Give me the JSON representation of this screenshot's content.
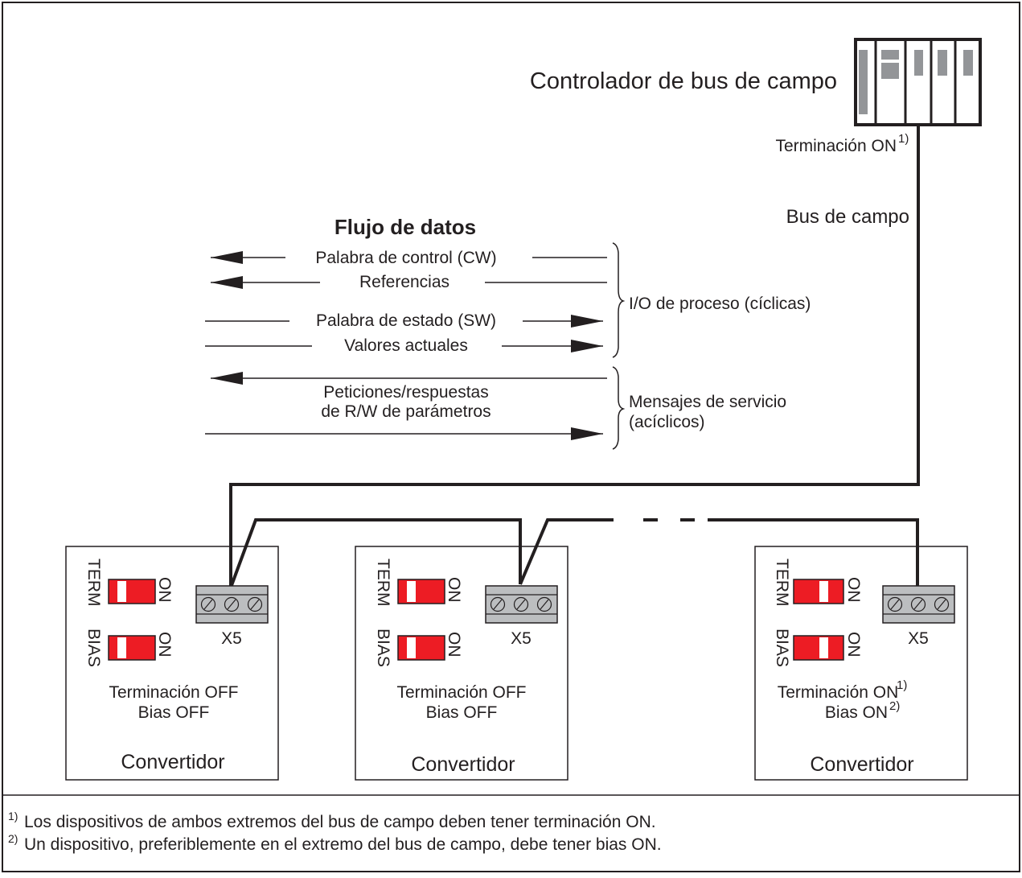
{
  "controller": {
    "label": "Controlador de bus de campo",
    "termination_text": "Terminación ON",
    "termination_sup": "1)"
  },
  "bus_label": "Bus de campo",
  "data_flow": {
    "title": "Flujo de datos",
    "control_word": "Palabra de control (CW)",
    "references": "Referencias",
    "status_word": "Palabra de estado (SW)",
    "actual_values": "Valores actuales",
    "param_requests_line1": "Peticiones/respuestas",
    "param_requests_line2": "de R/W de parámetros",
    "process_io": "I/O de proceso (cíclicas)",
    "service_messages_line1": "Mensajes de servicio",
    "service_messages_line2": "(acíclicos)"
  },
  "switch_labels": {
    "term": "TERM",
    "bias": "BIAS",
    "on": "ON"
  },
  "drives": [
    {
      "name": "Convertidor",
      "connector": "X5",
      "line1": "Terminación OFF",
      "line1_sup": "",
      "line2": "Bias OFF",
      "line2_sup": "",
      "term_on": false,
      "bias_on": false
    },
    {
      "name": "Convertidor",
      "connector": "X5",
      "line1": "Terminación OFF",
      "line1_sup": "",
      "line2": "Bias OFF",
      "line2_sup": "",
      "term_on": false,
      "bias_on": false
    },
    {
      "name": "Convertidor",
      "connector": "X5",
      "line1": "Terminación ON",
      "line1_sup": "1)",
      "line2": "Bias ON",
      "line2_sup": "2)",
      "term_on": true,
      "bias_on": true
    }
  ],
  "footnotes": [
    {
      "mark": "1)",
      "text": "Los dispositivos de ambos extremos del bus de campo deben tener terminación ON."
    },
    {
      "mark": "2)",
      "text": "Un dispositivo, preferiblemente en el extremo del bus de campo, debe tener bias ON."
    }
  ],
  "colors": {
    "switch_red": "#ed1c24",
    "connector_gray": "#bcbec0",
    "line": "#231f20"
  }
}
